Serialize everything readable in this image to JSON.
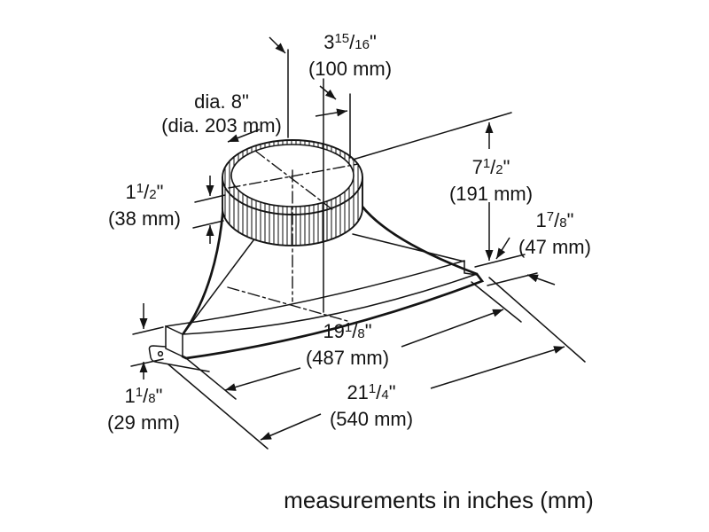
{
  "caption": "measurements in inches (mm)",
  "symbols": {
    "slash": "/",
    "quote": "\""
  },
  "colors": {
    "line": "#141414",
    "background": "#ffffff"
  },
  "dimensions": {
    "duct_offset": {
      "whole": "3",
      "num": "15",
      "den": "16",
      "mm": "(100 mm)"
    },
    "duct_diameter": {
      "label": "dia. 8\"",
      "mm": "(dia. 203 mm)"
    },
    "overall_height": {
      "whole": "7",
      "num": "1",
      "den": "2",
      "mm": "(191 mm)"
    },
    "outlet_height": {
      "whole": "1",
      "num": "7",
      "den": "8",
      "mm": "(47 mm)"
    },
    "collar_height": {
      "whole": "1",
      "num": "1",
      "den": "2",
      "mm": "(38 mm)"
    },
    "inner_length": {
      "whole": "19",
      "num": "1",
      "den": "8",
      "mm": "(487 mm)"
    },
    "overall_length": {
      "whole": "21",
      "num": "1",
      "den": "4",
      "mm": "(540 mm)"
    },
    "base_height": {
      "whole": "1",
      "num": "1",
      "den": "8",
      "mm": "(29 mm)"
    }
  }
}
